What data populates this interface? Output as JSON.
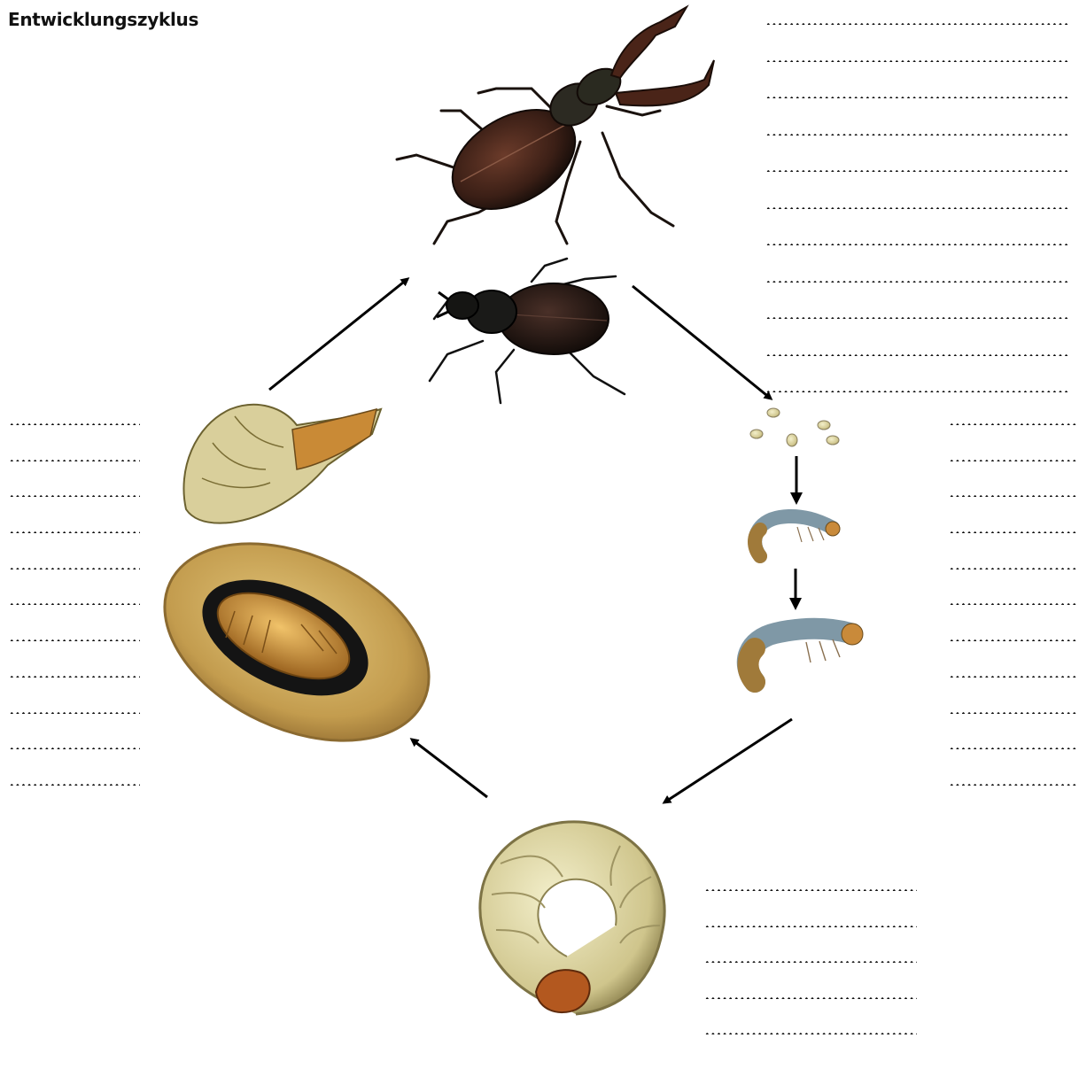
{
  "worksheet": {
    "title": "Entwicklungszyklus"
  },
  "colors": {
    "beetle_body": "#3b1f16",
    "beetle_dark": "#1c1410",
    "pupa_gold": "#c9922f",
    "cocoon": "#c7a55a",
    "larva_cream": "#dcd5a3",
    "larva_blue": "#7f98a6",
    "egg": "#d8d2b8",
    "arrow": "#000000"
  },
  "illustrations": [
    "male-stag-beetle",
    "female-stag-beetle",
    "eggs",
    "young-larva",
    "larger-larva",
    "grub",
    "cocoon-with-pupa",
    "male-pupa"
  ],
  "answer_lines": {
    "top_right_count": 11,
    "left_count": 11,
    "right_count": 11,
    "bottom_count": 5
  }
}
